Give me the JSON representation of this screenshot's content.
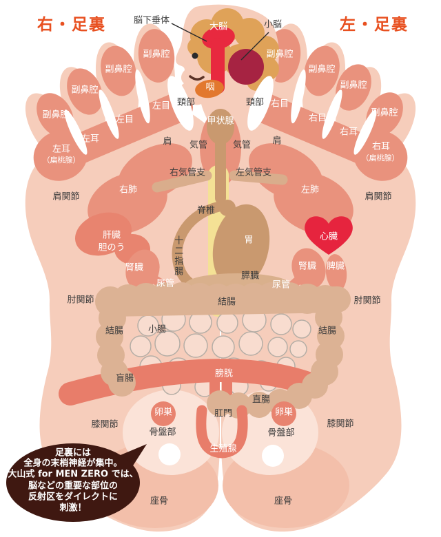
{
  "titles": {
    "right_sole": "右・足裏",
    "left_sole": "左・足裏"
  },
  "labels": {
    "pituitary": "脳下垂体",
    "cerebrum": "大脳",
    "cerebellum": "小脳",
    "throat": "咽",
    "neck": "頸部",
    "thyroid": "甲状腺",
    "sinus": "副鼻腔",
    "left_eye": "左目",
    "right_eye": "右目",
    "left_ear": "左耳",
    "right_ear": "右耳",
    "tonsil": "（扁桃腺）",
    "shoulder": "肩",
    "trachea": "気管",
    "right_bronchus": "右気管支",
    "left_bronchus": "左気管支",
    "right_lung": "右肺",
    "left_lung": "左肺",
    "shoulder_joint": "肩関節",
    "spine": "脊椎",
    "liver": "肝臓",
    "gallbladder": "胆のう",
    "kidney": "腎臓",
    "ureter": "尿管",
    "duodenum": "十二指腸",
    "stomach": "胃",
    "heart": "心臓",
    "spleen": "脾臓",
    "pancreas": "膵臓",
    "elbow_joint": "肘関節",
    "colon": "結腸",
    "small_intestine": "小腸",
    "cecum": "盲腸",
    "bladder": "膀胱",
    "rectum": "直腸",
    "ovary": "卵巣",
    "anus": "肛門",
    "pelvis": "骨盤部",
    "gonad": "生殖腺",
    "knee_joint": "膝関節",
    "ischium": "座骨"
  },
  "bubble": {
    "lines": [
      "足裏には",
      "全身の末梢神経が集中。",
      "大山式 for MEN ZERO では、",
      "脳などの重要な部位の",
      "反射区をダイレクトに",
      "刺激！"
    ]
  },
  "colors": {
    "title_orange": "#e85020",
    "skin": "#f6cdbb",
    "heel_deep": "#f3bfaa",
    "heel_light": "#fbe3d8",
    "zone_salmon": "#e9927d",
    "zone_red_salmon": "#e87d6a",
    "organ_tan": "#c9996f",
    "colon_tan": "#dcb294",
    "pancreas_tan": "#d9b08c",
    "spine_yellow": "#f4e195",
    "heart_red": "#e6243e",
    "brain_tan": "#dfa258",
    "brain_red": "#e8293f",
    "cerebellum_dark": "#a62342",
    "throat_orange": "#e2782e",
    "bubble_brown": "#3f1811"
  }
}
